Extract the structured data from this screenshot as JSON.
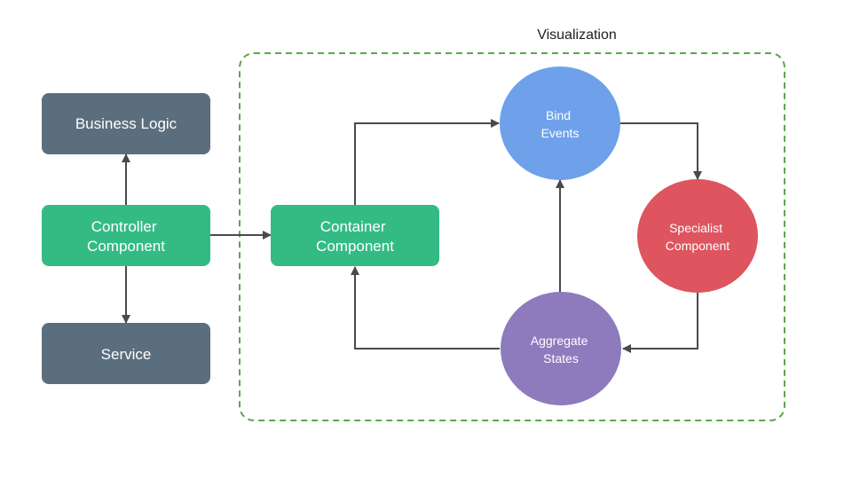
{
  "group": {
    "label": "Visualization",
    "border_color": "#5aa84a"
  },
  "nodes": {
    "business_logic": {
      "lines": [
        "Business Logic"
      ],
      "color": "#5b6e7e"
    },
    "controller": {
      "lines": [
        "Controller",
        "Component"
      ],
      "color": "#34bb84"
    },
    "service": {
      "lines": [
        "Service"
      ],
      "color": "#5b6e7e"
    },
    "container": {
      "lines": [
        "Container",
        "Component"
      ],
      "color": "#34bb84"
    },
    "bind_events": {
      "lines": [
        "Bind",
        "Events"
      ],
      "color": "#6fa1ea"
    },
    "specialist": {
      "lines": [
        "Specialist",
        "Component"
      ],
      "color": "#de545f"
    },
    "aggregate": {
      "lines": [
        "Aggregate",
        "States"
      ],
      "color": "#8d7bbd"
    }
  },
  "edges": [
    {
      "from": "controller",
      "to": "business_logic"
    },
    {
      "from": "controller",
      "to": "service"
    },
    {
      "from": "controller",
      "to": "container"
    },
    {
      "from": "container",
      "to": "bind_events"
    },
    {
      "from": "bind_events",
      "to": "specialist"
    },
    {
      "from": "specialist",
      "to": "aggregate"
    },
    {
      "from": "aggregate",
      "to": "bind_events"
    },
    {
      "from": "aggregate",
      "to": "container"
    }
  ]
}
